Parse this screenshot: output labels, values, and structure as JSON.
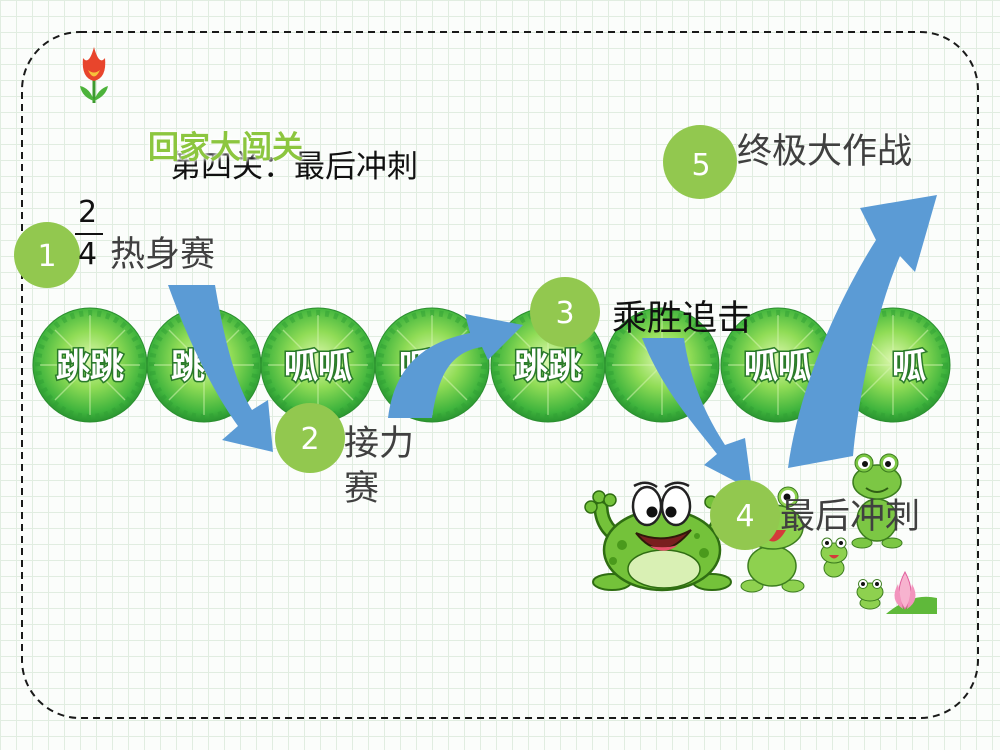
{
  "slide": {
    "title": "回家大闯关",
    "subtitle": "第四关：最后冲刺",
    "fraction": {
      "numerator": "2",
      "denominator": "4"
    }
  },
  "stages": [
    {
      "number": "1",
      "label": "热身赛"
    },
    {
      "number": "2",
      "label_lines": [
        "接力",
        "赛"
      ]
    },
    {
      "number": "3",
      "label": "乘胜追击"
    },
    {
      "number": "4",
      "label": "最后冲刺"
    },
    {
      "number": "5",
      "label": "终极大作战"
    }
  ],
  "lily_pads": [
    "跳跳",
    "跳",
    "呱呱",
    "呱",
    "跳跳",
    "",
    "呱呱",
    "呱"
  ],
  "colors": {
    "stage_circle": "#92c84f",
    "arrow": "#5b9bd5",
    "title": "#8cc63f",
    "lily_pad_edge": "#2b8f2f"
  },
  "decorations": [
    "tulip-icon",
    "frog-icon",
    "lotus-bud-icon"
  ]
}
